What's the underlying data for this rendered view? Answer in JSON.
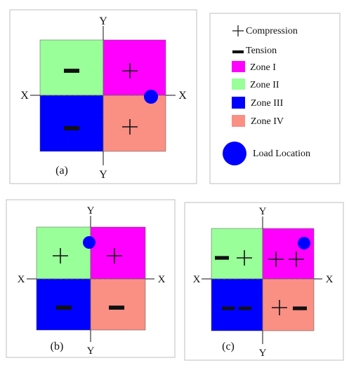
{
  "colors": {
    "zone1": "#ff00ff",
    "zone2": "#99ff99",
    "zone3": "#0000ff",
    "zone4": "#fa8f84",
    "load": "#0000ff",
    "frame": "#bfbfbf",
    "line": "#111111"
  },
  "axes": {
    "x": "X",
    "y": "Y"
  },
  "panels": {
    "a": {
      "caption": "(a)",
      "zone1": [
        "compression"
      ],
      "zone2": [
        "tension"
      ],
      "zone3": [
        "tension"
      ],
      "zone4": [
        "compression"
      ]
    },
    "b": {
      "caption": "(b)",
      "zone1": [
        "compression"
      ],
      "zone2": [
        "compression"
      ],
      "zone3": [
        "tension"
      ],
      "zone4": [
        "tension"
      ]
    },
    "c": {
      "caption": "(c)",
      "zone1": [
        "compression",
        "compression"
      ],
      "zone2": [
        "tension",
        "compression"
      ],
      "zone3": [
        "tension",
        "tension"
      ],
      "zone4": [
        "compression",
        "tension"
      ]
    }
  },
  "legend": {
    "compression": "Compression",
    "tension": "Tension",
    "zone1": "Zone I",
    "zone2": "Zone II",
    "zone3": "Zone III",
    "zone4": "Zone IV",
    "load": "Load Location"
  }
}
